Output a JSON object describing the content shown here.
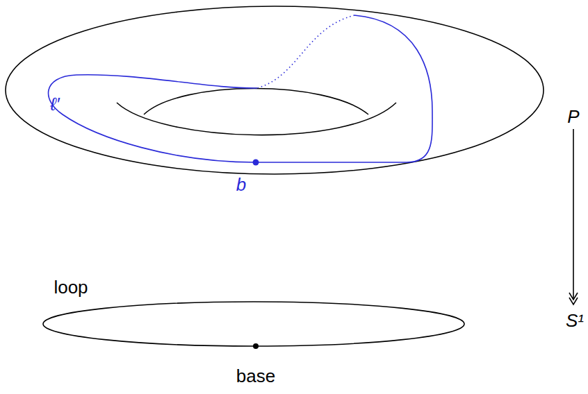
{
  "diagram": {
    "labels": [
      "ℓ′",
      "b",
      "P",
      "S¹",
      "loop",
      "base"
    ]
  }
}
